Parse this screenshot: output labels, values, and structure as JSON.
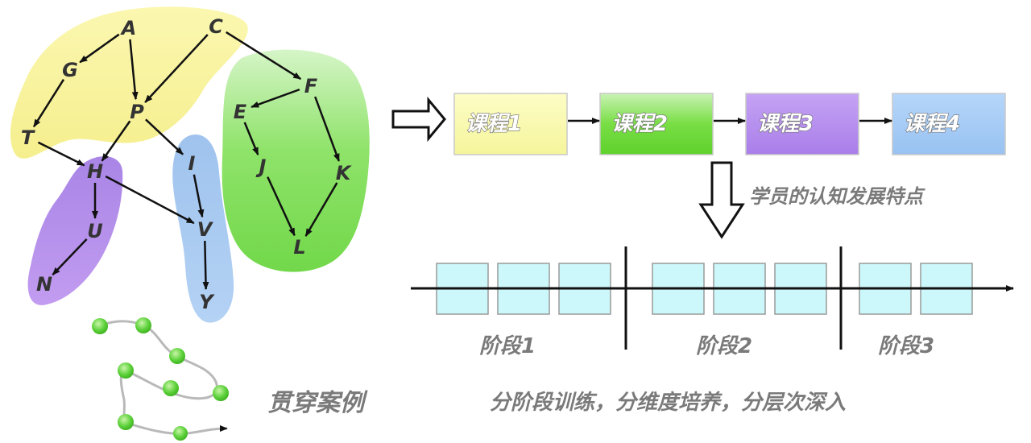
{
  "graph": {
    "nodes": [
      {
        "id": "A",
        "label": "A"
      },
      {
        "id": "C",
        "label": "C"
      },
      {
        "id": "G",
        "label": "G"
      },
      {
        "id": "P",
        "label": "P"
      },
      {
        "id": "T",
        "label": "T"
      },
      {
        "id": "H",
        "label": "H"
      },
      {
        "id": "I",
        "label": "I"
      },
      {
        "id": "U",
        "label": "U"
      },
      {
        "id": "V",
        "label": "V"
      },
      {
        "id": "N",
        "label": "N"
      },
      {
        "id": "Y",
        "label": "Y"
      },
      {
        "id": "F",
        "label": "F"
      },
      {
        "id": "E",
        "label": "E"
      },
      {
        "id": "J",
        "label": "J"
      },
      {
        "id": "K",
        "label": "K"
      },
      {
        "id": "L",
        "label": "L"
      }
    ],
    "edges": [
      [
        "A",
        "G"
      ],
      [
        "A",
        "P"
      ],
      [
        "C",
        "P"
      ],
      [
        "C",
        "F"
      ],
      [
        "G",
        "T"
      ],
      [
        "T",
        "H"
      ],
      [
        "P",
        "H"
      ],
      [
        "P",
        "I"
      ],
      [
        "H",
        "U"
      ],
      [
        "H",
        "V"
      ],
      [
        "U",
        "N"
      ],
      [
        "I",
        "V"
      ],
      [
        "V",
        "Y"
      ],
      [
        "F",
        "E"
      ],
      [
        "F",
        "K"
      ],
      [
        "E",
        "J"
      ],
      [
        "J",
        "L"
      ],
      [
        "K",
        "L"
      ]
    ],
    "group_colors": {
      "yellow": "#f8f39c",
      "purple": "#b58ee8",
      "blue": "#a2c5ee",
      "green": "#8fe06a"
    }
  },
  "case_label": "贯穿案例",
  "courses": [
    {
      "label": "课程1",
      "color": "#fafab0"
    },
    {
      "label": "课程2",
      "color": "#7be04a"
    },
    {
      "label": "课程3",
      "color": "#b98cf0"
    },
    {
      "label": "课程4",
      "color": "#a7cdf6"
    }
  ],
  "cognitive_label": "学员的认知发展特点",
  "stages": [
    {
      "label": "阶段1",
      "boxes": 3
    },
    {
      "label": "阶段2",
      "boxes": 3
    },
    {
      "label": "阶段3",
      "boxes": 2
    }
  ],
  "stage_box_color": "#ccf8fb",
  "bottom_caption": "分阶段训练，分维度培养，分层次深入"
}
